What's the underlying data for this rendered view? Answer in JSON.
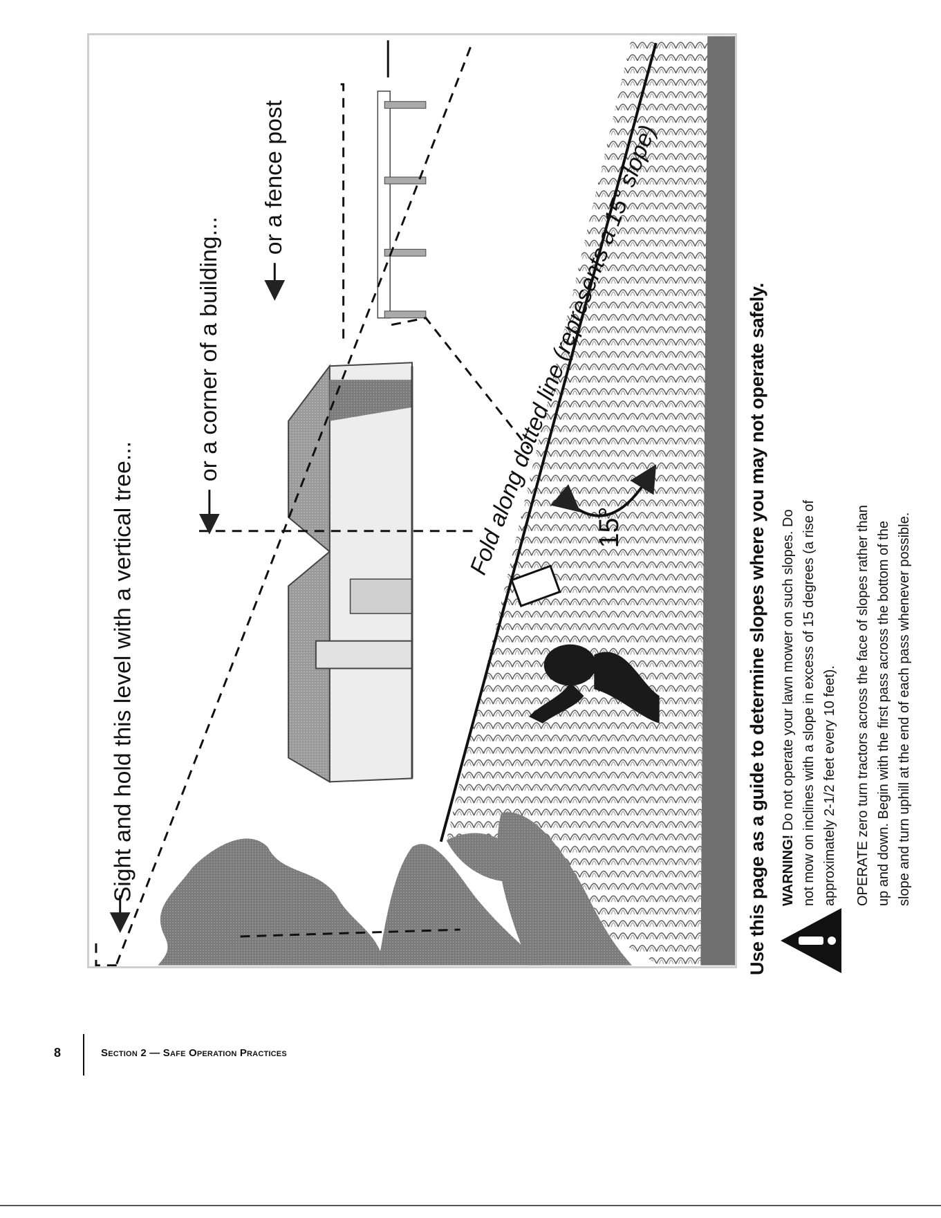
{
  "figure": {
    "instruction_1": "Sight and hold this level with a vertical tree...",
    "instruction_2": "or a corner of a building...",
    "instruction_3": "or a fence post",
    "fold_line": "Fold along dotted line (represents a 15° slope)",
    "angle_label": "15°"
  },
  "caption": {
    "heading": "Use this page as a guide to determine slopes where you may not operate safely.",
    "warning_label": "WARNING!",
    "warning_text": " Do not operate your lawn mower on such slopes. Do not mow on inclines with a slope in excess of 15 degrees (a rise of approximately 2-1/2 feet every 10 feet).",
    "operate_text": "OPERATE zero turn tractors across the face of slopes rather than up and down. Begin with the first pass across the bottom of the slope and turn uphill at the end of each pass whenever possible."
  },
  "footer": {
    "page_number": "8",
    "section": "Section 2 — Safe Operation Practices"
  },
  "colors": {
    "ground": "#6f6f6f",
    "house_wall": "#ededed",
    "house_roof": "#9a9a9a",
    "tree": "#8a8a8a",
    "silhouette": "#1a1a1a"
  }
}
